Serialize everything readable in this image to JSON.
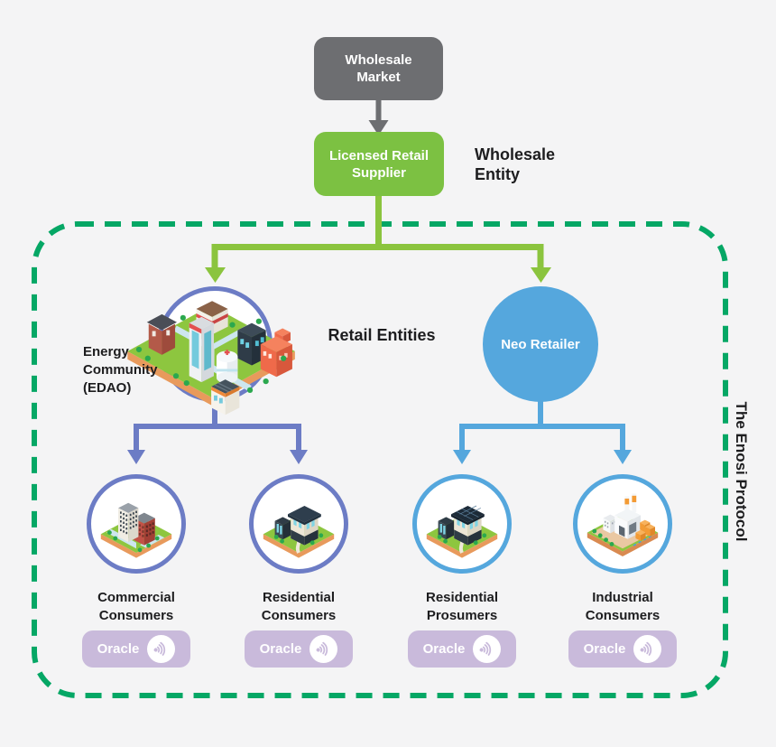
{
  "colors": {
    "background": "#f4f4f5",
    "text": "#1d1d1f",
    "gray_node": "#6d6e71",
    "green_node": "#7cc142",
    "green_line": "#8bc43e",
    "blue": "#55a7dd",
    "purple": "#6c7cc5",
    "dash_green": "#05a765",
    "pill": "#c9badb"
  },
  "wholesale": {
    "market_label": "Wholesale Market",
    "supplier_label": "Licensed Retail Supplier",
    "section_label": "Wholesale Entity"
  },
  "retail": {
    "section_label": "Retail Entities",
    "energy_community": {
      "label": "Energy Community (EDAO)",
      "icon": "city-illustration"
    },
    "neo_retailer": {
      "label": "Neo Retailer"
    }
  },
  "protocol": {
    "label": "The Enosi Protocol"
  },
  "consumers": [
    {
      "label": "Commercial Consumers",
      "icon": "commercial-building-illustration",
      "oracle_label": "Oracle",
      "branch": "energy-community"
    },
    {
      "label": "Residential Consumers",
      "icon": "residential-house-illustration",
      "oracle_label": "Oracle",
      "branch": "energy-community"
    },
    {
      "label": "Residential Prosumers",
      "icon": "solar-house-illustration",
      "oracle_label": "Oracle",
      "branch": "neo-retailer"
    },
    {
      "label": "Industrial Consumers",
      "icon": "factory-illustration",
      "oracle_label": "Oracle",
      "branch": "neo-retailer"
    }
  ],
  "icons": {
    "oracle_badge": "signal-rss-icon"
  }
}
